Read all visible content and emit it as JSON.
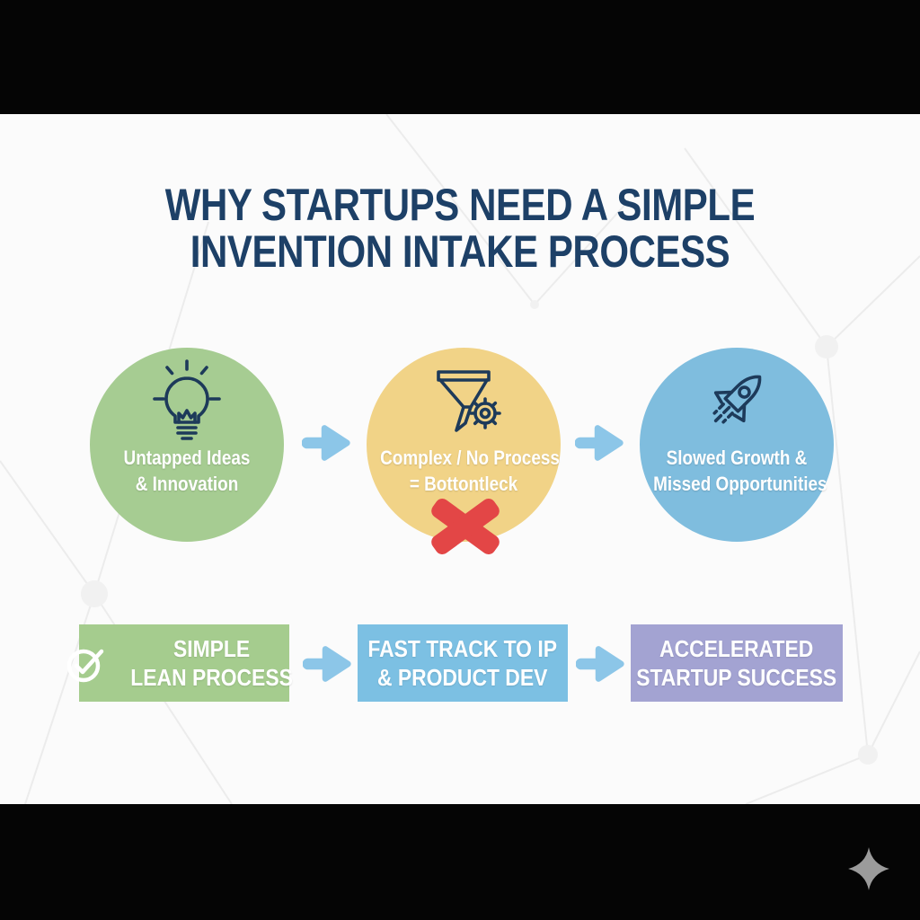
{
  "title": {
    "line1": "WHY STARTUPS NEED A SIMPLE",
    "line2": "INVENTION INTAKE PROCESS"
  },
  "colors": {
    "title_text": "#1d4067",
    "icon_stroke": "#1d3a5a",
    "arrow": "#8cc6e8",
    "red_x": "#e34646",
    "letterbox": "#050505",
    "canvas_bg": "#fbfbfb",
    "shape_text": "#ffffff",
    "watermark": "#9b9b9b",
    "step1_bg": "#a6cc92",
    "step2_bg": "#f1d387",
    "step3_bg": "#7fbdde",
    "result1_bg": "#a5cc8e",
    "result2_bg": "#7cc0e3",
    "result3_bg": "#a3a3d2"
  },
  "flow_top": {
    "steps": [
      {
        "icon": "lightbulb-icon",
        "line1": "Untapped Ideas",
        "line2": "& Innovation"
      },
      {
        "icon": "funnel-gear-icon",
        "line1": "Complex / No Process",
        "line2": "= Bottontleck",
        "overlay_icon": "red-x-icon"
      },
      {
        "icon": "rocket-icon",
        "line1": "Slowed Growth &",
        "line2": "Missed Opportunities"
      }
    ]
  },
  "flow_bottom": {
    "steps": [
      {
        "icon": "check-circle-icon",
        "line1": "SIMPLE",
        "line2": "LEAN PROCESS"
      },
      {
        "line1": "FAST TRACK TO IP",
        "line2": "& PRODUCT DEV"
      },
      {
        "line1": "ACCELERATED",
        "line2": "STARTUP SUCCESS"
      }
    ]
  },
  "watermark": {
    "icon": "sparkle-icon"
  }
}
